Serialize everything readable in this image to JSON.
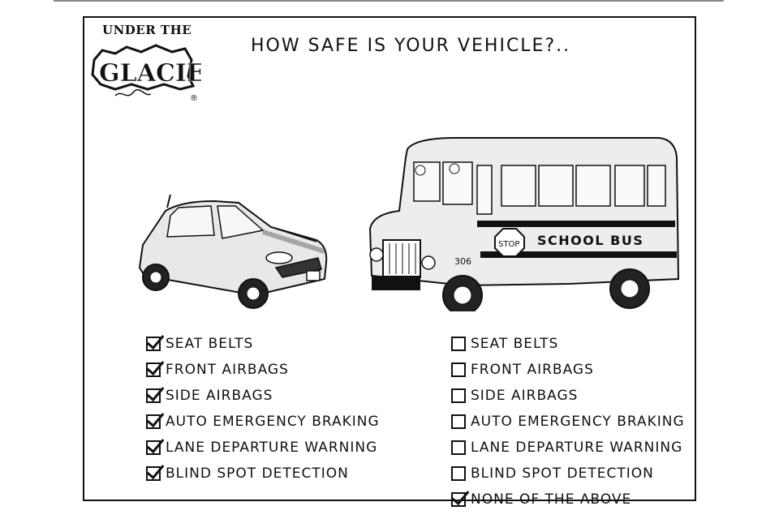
{
  "strip": {
    "series_top": "UNDER THE",
    "series_main": "GLACIER",
    "trademark": "®",
    "title": "HOW SAFE IS YOUR VEHICLE?.."
  },
  "bus": {
    "sign": "SCHOOL BUS",
    "stop_sign": "STOP",
    "number": "306"
  },
  "car_list": [
    {
      "label": "SEAT BELTS",
      "checked": true
    },
    {
      "label": "FRONT AIRBAGS",
      "checked": true
    },
    {
      "label": "SIDE AIRBAGS",
      "checked": true
    },
    {
      "label": "AUTO EMERGENCY BRAKING",
      "checked": true
    },
    {
      "label": "LANE DEPARTURE WARNING",
      "checked": true
    },
    {
      "label": "BLIND SPOT DETECTION",
      "checked": true
    }
  ],
  "bus_list": [
    {
      "label": "SEAT BELTS",
      "checked": false
    },
    {
      "label": "FRONT AIRBAGS",
      "checked": false
    },
    {
      "label": "SIDE AIRBAGS",
      "checked": false
    },
    {
      "label": "AUTO EMERGENCY BRAKING",
      "checked": false
    },
    {
      "label": "LANE DEPARTURE WARNING",
      "checked": false
    },
    {
      "label": "BLIND SPOT DETECTION",
      "checked": false
    },
    {
      "label": "NONE OF THE ABOVE",
      "checked": true
    }
  ]
}
